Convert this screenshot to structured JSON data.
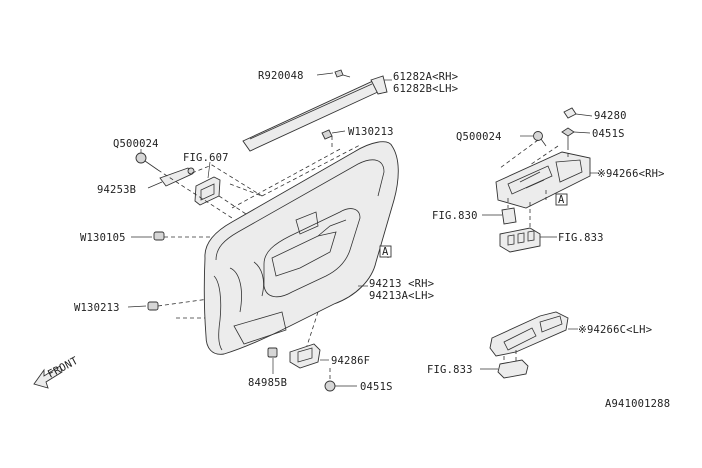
{
  "labels": {
    "r920048": "R920048",
    "p61282a": "61282A<RH>",
    "p61282b": "61282B<LH>",
    "q500024_left": "Q500024",
    "fig607": "FIG.607",
    "p94253b": "94253B",
    "w130213_top": "W130213",
    "w130105": "W130105",
    "w130213_low": "W130213",
    "p94213": "94213 <RH>",
    "p94213a": "94213A<LH>",
    "callout_a_left": "A",
    "p94286f": "94286F",
    "p84985b": "84985B",
    "p0451s_low": "0451S",
    "p94280": "94280",
    "q500024_right": "Q500024",
    "p0451s_right": "0451S",
    "p94266": "※94266<RH>",
    "fig830": "FIG.830",
    "callout_a_right": "A",
    "fig833_top": "FIG.833",
    "p94266c": "※94266C<LH>",
    "fig833_low": "FIG.833",
    "front": "FRONT",
    "diagram_code": "A941001288"
  }
}
